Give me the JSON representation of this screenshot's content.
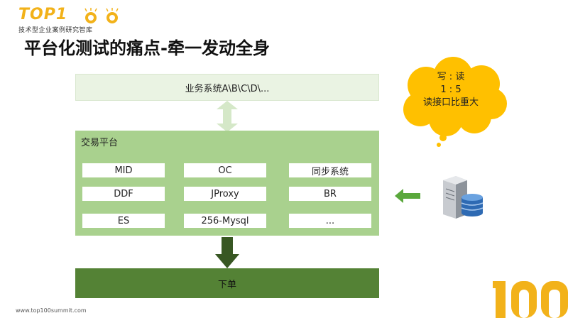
{
  "logo": {
    "word": "TOP1",
    "subtitle": "技术型企业案例研究智库"
  },
  "title": "平台化测试的痛点-牵一发动全身",
  "business_box": {
    "label": "业务系统A\\B\\C\\D\\..."
  },
  "platform": {
    "label": "交易平台",
    "cells": [
      {
        "text": "MID"
      },
      {
        "text": "OC"
      },
      {
        "text": "同步系统"
      },
      {
        "text": "DDF"
      },
      {
        "text": "JProxy"
      },
      {
        "text": "BR"
      },
      {
        "text": "ES"
      },
      {
        "text": "256-Mysql"
      },
      {
        "text": "..."
      }
    ]
  },
  "order_box": {
    "label": "下单"
  },
  "callout": {
    "line1": "写 : 读",
    "line2": "1 : 5",
    "line3": "读接口比重大"
  },
  "footer": {
    "url": "www.top100summit.com"
  },
  "icons": {
    "bidirectional": "double-arrow-icon",
    "down": "down-arrow-icon",
    "left": "left-arrow-icon",
    "server": "database-server-icon"
  },
  "colors": {
    "platform": "#a9d18e",
    "order": "#548235",
    "business": "#eaf3e3",
    "callout": "#ffc000",
    "brand": "#f2b21a"
  }
}
